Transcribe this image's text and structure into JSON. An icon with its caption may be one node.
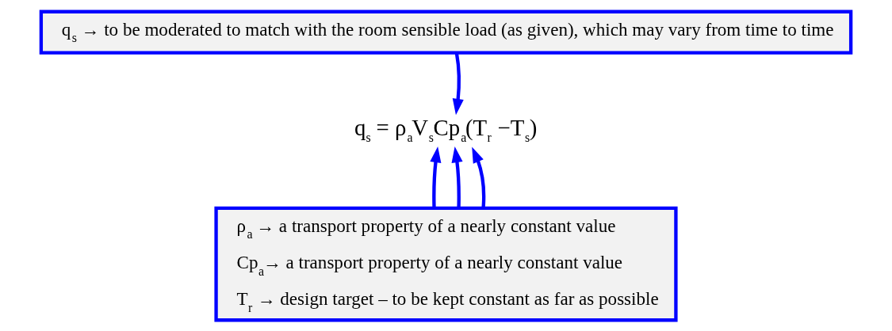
{
  "diagram": {
    "nodes": [
      {
        "text": [
          "q$_{s}$ → to be moderated to match with the room sensible load (as given), which may vary from time to time"
        ]
      },
      {
        "text": [
          "q$_{s}$ = ρ$_{a}$V$_{s}$Cp$_{a}$(T$_{r}$ −T$_{s}$)"
        ]
      },
      {
        "text": [
          "ρ$_{a}$ → a transport property of a nearly constant value",
          "Cp$_{a}$→ a transport property of a nearly constant value",
          "T$_{r}$ → design target – to be kept constant as far as possible"
        ]
      }
    ],
    "edges": [
      {
        "from": 0,
        "to": 1,
        "arrow": "to"
      },
      {
        "from": 2,
        "to": 1,
        "arrow": "to"
      },
      {
        "from": 2,
        "to": 1,
        "arrow": "to"
      },
      {
        "from": 2,
        "to": 1,
        "arrow": "to"
      }
    ]
  }
}
